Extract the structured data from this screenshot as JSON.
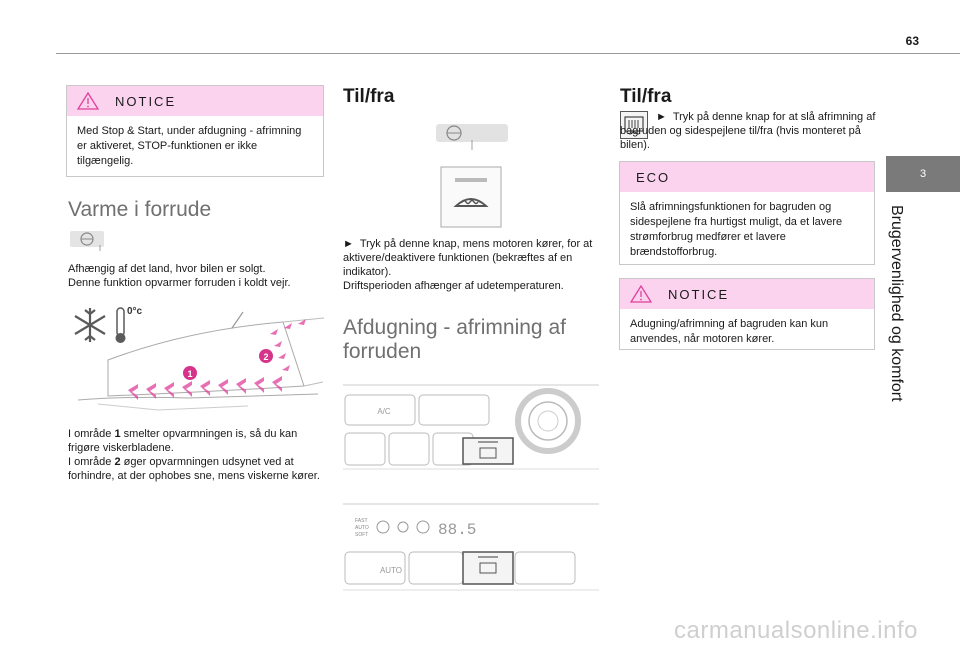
{
  "page": {
    "number": "63"
  },
  "chapter": {
    "tab": "3",
    "title": "Brugervenlighed og komfort"
  },
  "col1": {
    "notice_title": "NOTICE",
    "notice_text": "Med Stop & Start, under afdugning - afrimning er aktiveret, STOP-funktionen er ikke tilgængelig.",
    "heading": "Varme i forrude",
    "intro_line1": "Afhængig af det land, hvor bilen er solgt.",
    "intro_line2": "Denne funktion opvarmer forruden i koldt vejr.",
    "temp_label": "0°c",
    "marker1": "1",
    "marker2": "2",
    "zone_line1_pre": "I område ",
    "zone1": "1",
    "zone_line1_post": " smelter opvarmningen is, så du kan frigøre viskerbladene.",
    "zone_line2_pre": "I område ",
    "zone2": "2",
    "zone_line2_post": " øger opvarmningen udsynet ved at forhindre, at der ophobes sne, mens viskerne kører."
  },
  "col2": {
    "heading": "Til/fra",
    "bullet": "►",
    "text1": "Tryk på denne knap, mens motoren kører, for at aktivere/deaktivere funktionen (bekræftes af en indikator).",
    "text2": "Driftsperioden afhænger af udetemperaturen.",
    "heading2": "Afdugning - afrimning af forruden",
    "panel1_ac": "A/C",
    "panel2_fast": "FAST",
    "panel2_auto": "AUTO",
    "panel2_soft": "SOFT",
    "panel2_temp": "88.5",
    "panel2_autobtn": "AUTO"
  },
  "col3": {
    "heading": "Til/fra",
    "bullet": "►",
    "text": "Tryk på denne knap for at slå afrimning af bagruden og sidespejlene til/fra (hvis monteret på bilen).",
    "eco_title": "ECO",
    "eco_text": "Slå afrimningsfunktionen for bagruden og sidespejlene fra hurtigst muligt, da et lavere strømforbrug medfører et lavere brændstofforbrug.",
    "notice_title": "NOTICE",
    "notice_text": "Adugning/afrimning af bagruden kan kun anvendes, når motoren kører."
  },
  "footer": {
    "watermark": "carmanualsonline.info"
  },
  "colors": {
    "notice_bg": "#fbd3ee",
    "accent_pink": "#e0409a",
    "tab_gray": "#7a7a7a"
  }
}
